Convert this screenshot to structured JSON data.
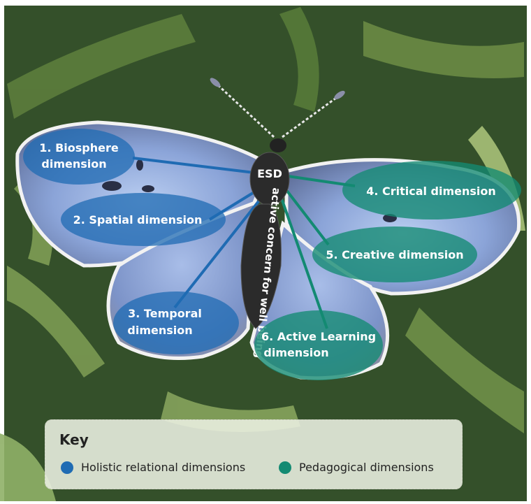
{
  "center": {
    "label": "ESD",
    "body_text": "active concern for well being"
  },
  "dimensions": [
    {
      "id": "biosphere",
      "line1": "1. Biosphere",
      "line2": "dimension",
      "group": "holistic"
    },
    {
      "id": "spatial",
      "line1": "2. Spatial dimension",
      "line2": "",
      "group": "holistic"
    },
    {
      "id": "temporal",
      "line1": "3. Temporal",
      "line2": "dimension",
      "group": "holistic"
    },
    {
      "id": "critical",
      "line1": "4. Critical dimension",
      "line2": "",
      "group": "pedagogical"
    },
    {
      "id": "creative",
      "line1": "5. Creative dimension",
      "line2": "",
      "group": "pedagogical"
    },
    {
      "id": "active-learning",
      "line1": "6. Active Learning",
      "line2": "dimension",
      "group": "pedagogical"
    }
  ],
  "key": {
    "title": "Key",
    "items": [
      {
        "label": "Holistic relational dimensions",
        "color": "#1f6bb3"
      },
      {
        "label": "Pedagogical dimensions",
        "color": "#138a72"
      }
    ]
  },
  "colors": {
    "holistic": "#1f6bb3",
    "pedagogical": "#138a72",
    "background": "#2f4a22",
    "wing": "#8fa8d8"
  }
}
